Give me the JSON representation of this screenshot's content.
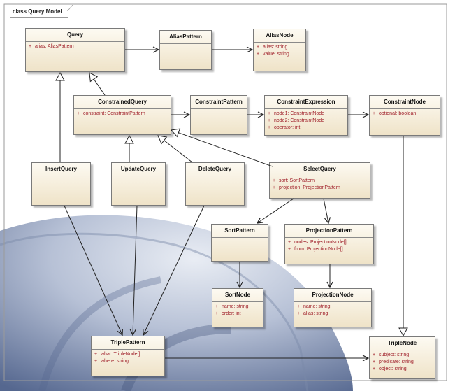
{
  "diagram": {
    "title": "class Query Model",
    "classes": {
      "query": {
        "name": "Query",
        "attributes": [
          "alias: AliasPattern"
        ]
      },
      "alias_pattern": {
        "name": "AliasPattern",
        "attributes": []
      },
      "alias_node": {
        "name": "AliasNode",
        "attributes": [
          "alias: string",
          "value: string"
        ]
      },
      "constrained_query": {
        "name": "ConstrainedQuery",
        "attributes": [
          "constraint: ConstraintPattern"
        ]
      },
      "constraint_pattern": {
        "name": "ConstraintPattern",
        "attributes": []
      },
      "constraint_expression": {
        "name": "ConstraintExpression",
        "attributes": [
          "node1: ConstraintNode",
          "node2: ConstraintNode",
          "operator: int"
        ]
      },
      "constraint_node": {
        "name": "ConstraintNode",
        "attributes": [
          "optional: boolean"
        ]
      },
      "insert_query": {
        "name": "InsertQuery",
        "attributes": []
      },
      "update_query": {
        "name": "UpdateQuery",
        "attributes": []
      },
      "delete_query": {
        "name": "DeleteQuery",
        "attributes": []
      },
      "select_query": {
        "name": "SelectQuery",
        "attributes": [
          "sort: SortPattern",
          "projection: ProjectionPattern"
        ]
      },
      "sort_pattern": {
        "name": "SortPattern",
        "attributes": []
      },
      "projection_pattern": {
        "name": "ProjectionPattern",
        "attributes": [
          "nodes: ProjectionNode[]",
          "from: ProjectionNode[]"
        ]
      },
      "sort_node": {
        "name": "SortNode",
        "attributes": [
          "name: string",
          "order: int"
        ]
      },
      "projection_node": {
        "name": "ProjectionNode",
        "attributes": [
          "name: string",
          "alias: string"
        ]
      },
      "triple_pattern": {
        "name": "TriplePattern",
        "attributes": [
          "what: TripleNode[]",
          "where: string"
        ]
      },
      "triple_node": {
        "name": "TripleNode",
        "attributes": [
          "subject: string",
          "predicate: string",
          "object: string"
        ]
      }
    }
  },
  "colors": {
    "class_fill_top": "#fdfaf2",
    "class_fill_bottom": "#efe3c8",
    "attribute_text": "#a0202a",
    "globe_blue": "#5d6f96",
    "globe_light": "#cfd6e4"
  }
}
